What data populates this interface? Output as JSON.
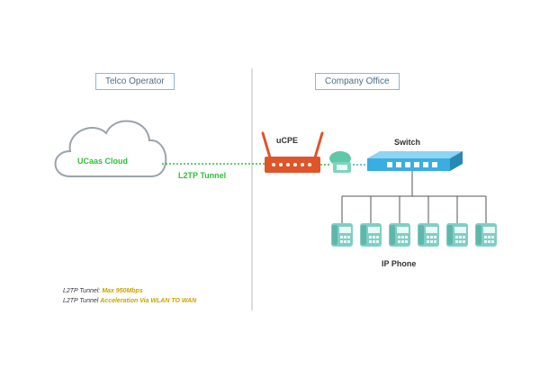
{
  "left_region": {
    "label": "Telco Operator"
  },
  "right_region": {
    "label": "Company Office"
  },
  "cloud": {
    "label": "UCaas Cloud"
  },
  "tunnel": {
    "label": "L2TP Tunnel",
    "color": "#2fbf3a"
  },
  "ucpe": {
    "label": "uCPE",
    "color": "#e0542a"
  },
  "switch": {
    "label": "Switch",
    "color": "#3aaee0"
  },
  "phones": {
    "label": "IP Phone",
    "count": 6,
    "color": "#7fcfc4"
  },
  "notes": [
    {
      "prefix": "L2TP Tunnel: ",
      "highlight": "Max 950Mbps"
    },
    {
      "prefix": "L2TP Tunnel ",
      "highlight": "Acceleration Via WLAN TO WAN"
    }
  ],
  "colors": {
    "divider": "#bbbbbb",
    "box_border": "#8fb7cf",
    "cloud_stroke": "#9aa3ab",
    "line": "#555555",
    "highlight": "#c9a400"
  }
}
